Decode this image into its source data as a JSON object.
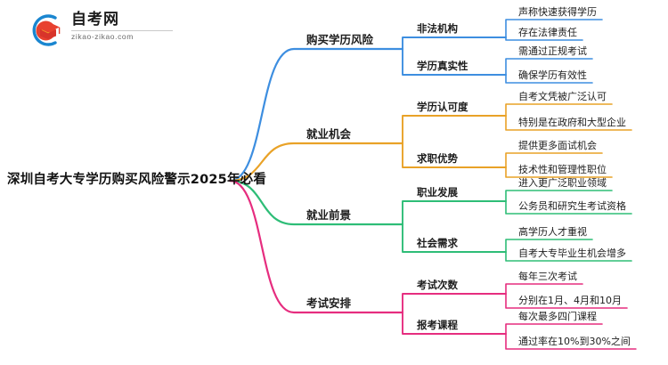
{
  "logo": {
    "name_cn": "自考网",
    "url": "zikao-zikao.com",
    "mark": "graduation-cap-logo"
  },
  "mindmap": {
    "root": "深圳自考大专学历购买风险警示2025年必看",
    "colors": {
      "blue": "#3d8ee0",
      "orange": "#e9a227",
      "green": "#2ebd77",
      "pink": "#e62d7f"
    },
    "branches": [
      {
        "label": "购买学历风险",
        "color_key": "blue",
        "children": [
          {
            "label": "非法机构",
            "leaves": [
              "声称快速获得学历",
              "存在法律责任"
            ]
          },
          {
            "label": "学历真实性",
            "leaves": [
              "需通过正规考试",
              "确保学历有效性"
            ]
          }
        ]
      },
      {
        "label": "就业机会",
        "color_key": "orange",
        "children": [
          {
            "label": "学历认可度",
            "leaves": [
              "自考文凭被广泛认可",
              "特别是在政府和大型企业"
            ]
          },
          {
            "label": "求职优势",
            "leaves": [
              "提供更多面试机会",
              "技术性和管理性职位"
            ]
          }
        ]
      },
      {
        "label": "就业前景",
        "color_key": "green",
        "children": [
          {
            "label": "职业发展",
            "leaves": [
              "进入更广泛职业领域",
              "公务员和研究生考试资格"
            ]
          },
          {
            "label": "社会需求",
            "leaves": [
              "高学历人才重视",
              "自考大专毕业生机会增多"
            ]
          }
        ]
      },
      {
        "label": "考试安排",
        "color_key": "pink",
        "children": [
          {
            "label": "考试次数",
            "leaves": [
              "每年三次考试",
              "分别在1月、4月和10月"
            ]
          },
          {
            "label": "报考课程",
            "leaves": [
              "每次最多四门课程",
              "通过率在10%到30%之间"
            ]
          }
        ]
      }
    ]
  }
}
